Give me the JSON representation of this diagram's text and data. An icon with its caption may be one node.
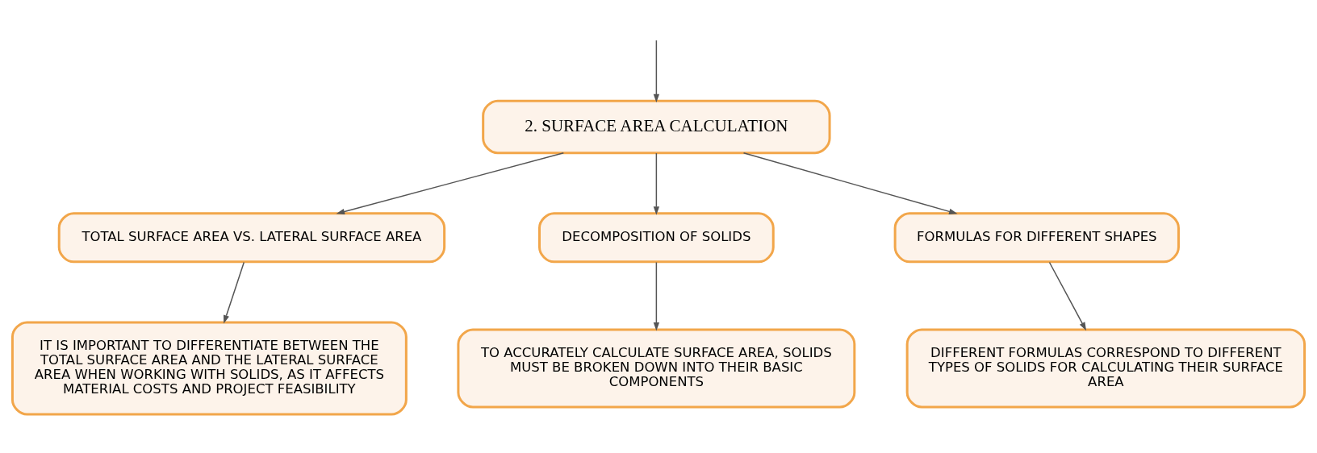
{
  "diagram": {
    "nodes": [
      {
        "text": [
          "2. SURFACE AREA CALCULATION"
        ]
      },
      {
        "text": [
          "TOTAL SURFACE AREA VS. LATERAL SURFACE AREA"
        ]
      },
      {
        "text": [
          "DECOMPOSITION OF SOLIDS"
        ]
      },
      {
        "text": [
          "FORMULAS FOR DIFFERENT SHAPES"
        ]
      },
      {
        "text": [
          "IT IS IMPORTANT TO DIFFERENTIATE BETWEEN THE TOTAL SURFACE AREA AND THE LATERAL SURFACE AREA WHEN WORKING WITH SOLIDS, AS IT AFFECTS MATERIAL COSTS AND PROJECT FEASIBILITY"
        ]
      },
      {
        "text": [
          "TO ACCURATELY CALCULATE SURFACE AREA, SOLIDS MUST BE BROKEN DOWN INTO THEIR BASIC COMPONENTS"
        ]
      },
      {
        "text": [
          "DIFFERENT FORMULAS CORRESPOND TO DIFFERENT TYPES OF SOLIDS FOR CALCULATING THEIR SURFACE AREA"
        ]
      }
    ],
    "edges": [
      {
        "from": null,
        "to": 0,
        "arrow": "to"
      },
      {
        "from": 0,
        "to": 1,
        "arrow": "to"
      },
      {
        "from": 0,
        "to": 2,
        "arrow": "to"
      },
      {
        "from": 0,
        "to": 3,
        "arrow": "to"
      },
      {
        "from": 1,
        "to": 4,
        "arrow": "to"
      },
      {
        "from": 2,
        "to": 5,
        "arrow": "to"
      },
      {
        "from": 3,
        "to": 6,
        "arrow": "to"
      }
    ]
  }
}
